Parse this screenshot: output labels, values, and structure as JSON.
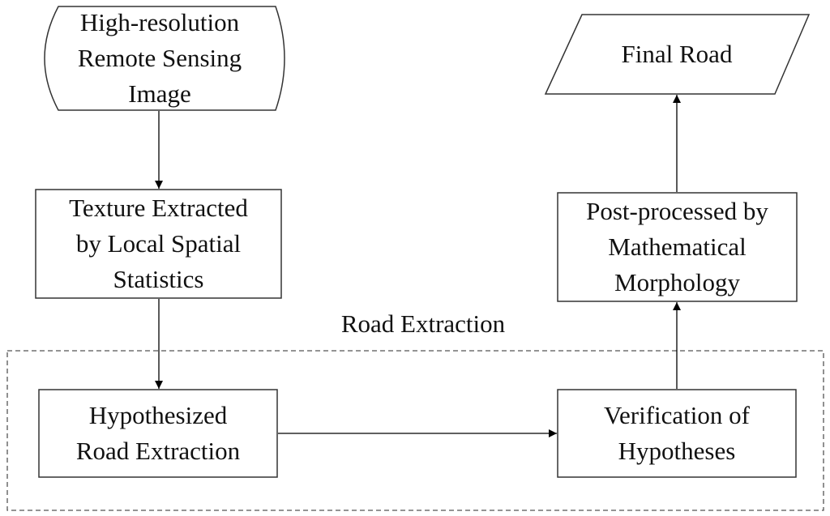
{
  "diagram": {
    "nodes": {
      "image": {
        "shape": "stored-data",
        "lines": [
          "High-resolution",
          "Remote Sensing",
          "Image"
        ]
      },
      "texture": {
        "shape": "process",
        "lines": [
          "Texture Extracted",
          "by Local Spatial",
          "Statistics"
        ]
      },
      "hypothesized": {
        "shape": "process",
        "lines": [
          "Hypothesized",
          "Road Extraction"
        ]
      },
      "verification": {
        "shape": "process",
        "lines": [
          "Verification of",
          "Hypotheses"
        ]
      },
      "postprocess": {
        "shape": "process",
        "lines": [
          "Post-processed by",
          "Mathematical",
          "Morphology"
        ]
      },
      "final": {
        "shape": "data-parallelogram",
        "lines": [
          "Final Road"
        ]
      }
    },
    "group": {
      "label": "Road Extraction",
      "border_style": "dashed"
    },
    "edges": [
      {
        "from": "image",
        "to": "texture"
      },
      {
        "from": "texture",
        "to": "hypothesized"
      },
      {
        "from": "hypothesized",
        "to": "verification"
      },
      {
        "from": "verification",
        "to": "postprocess"
      },
      {
        "from": "postprocess",
        "to": "final"
      }
    ],
    "colors": {
      "stroke": "#333333",
      "dashed_border": "#555555",
      "text": "#111111",
      "background": "#ffffff"
    }
  }
}
